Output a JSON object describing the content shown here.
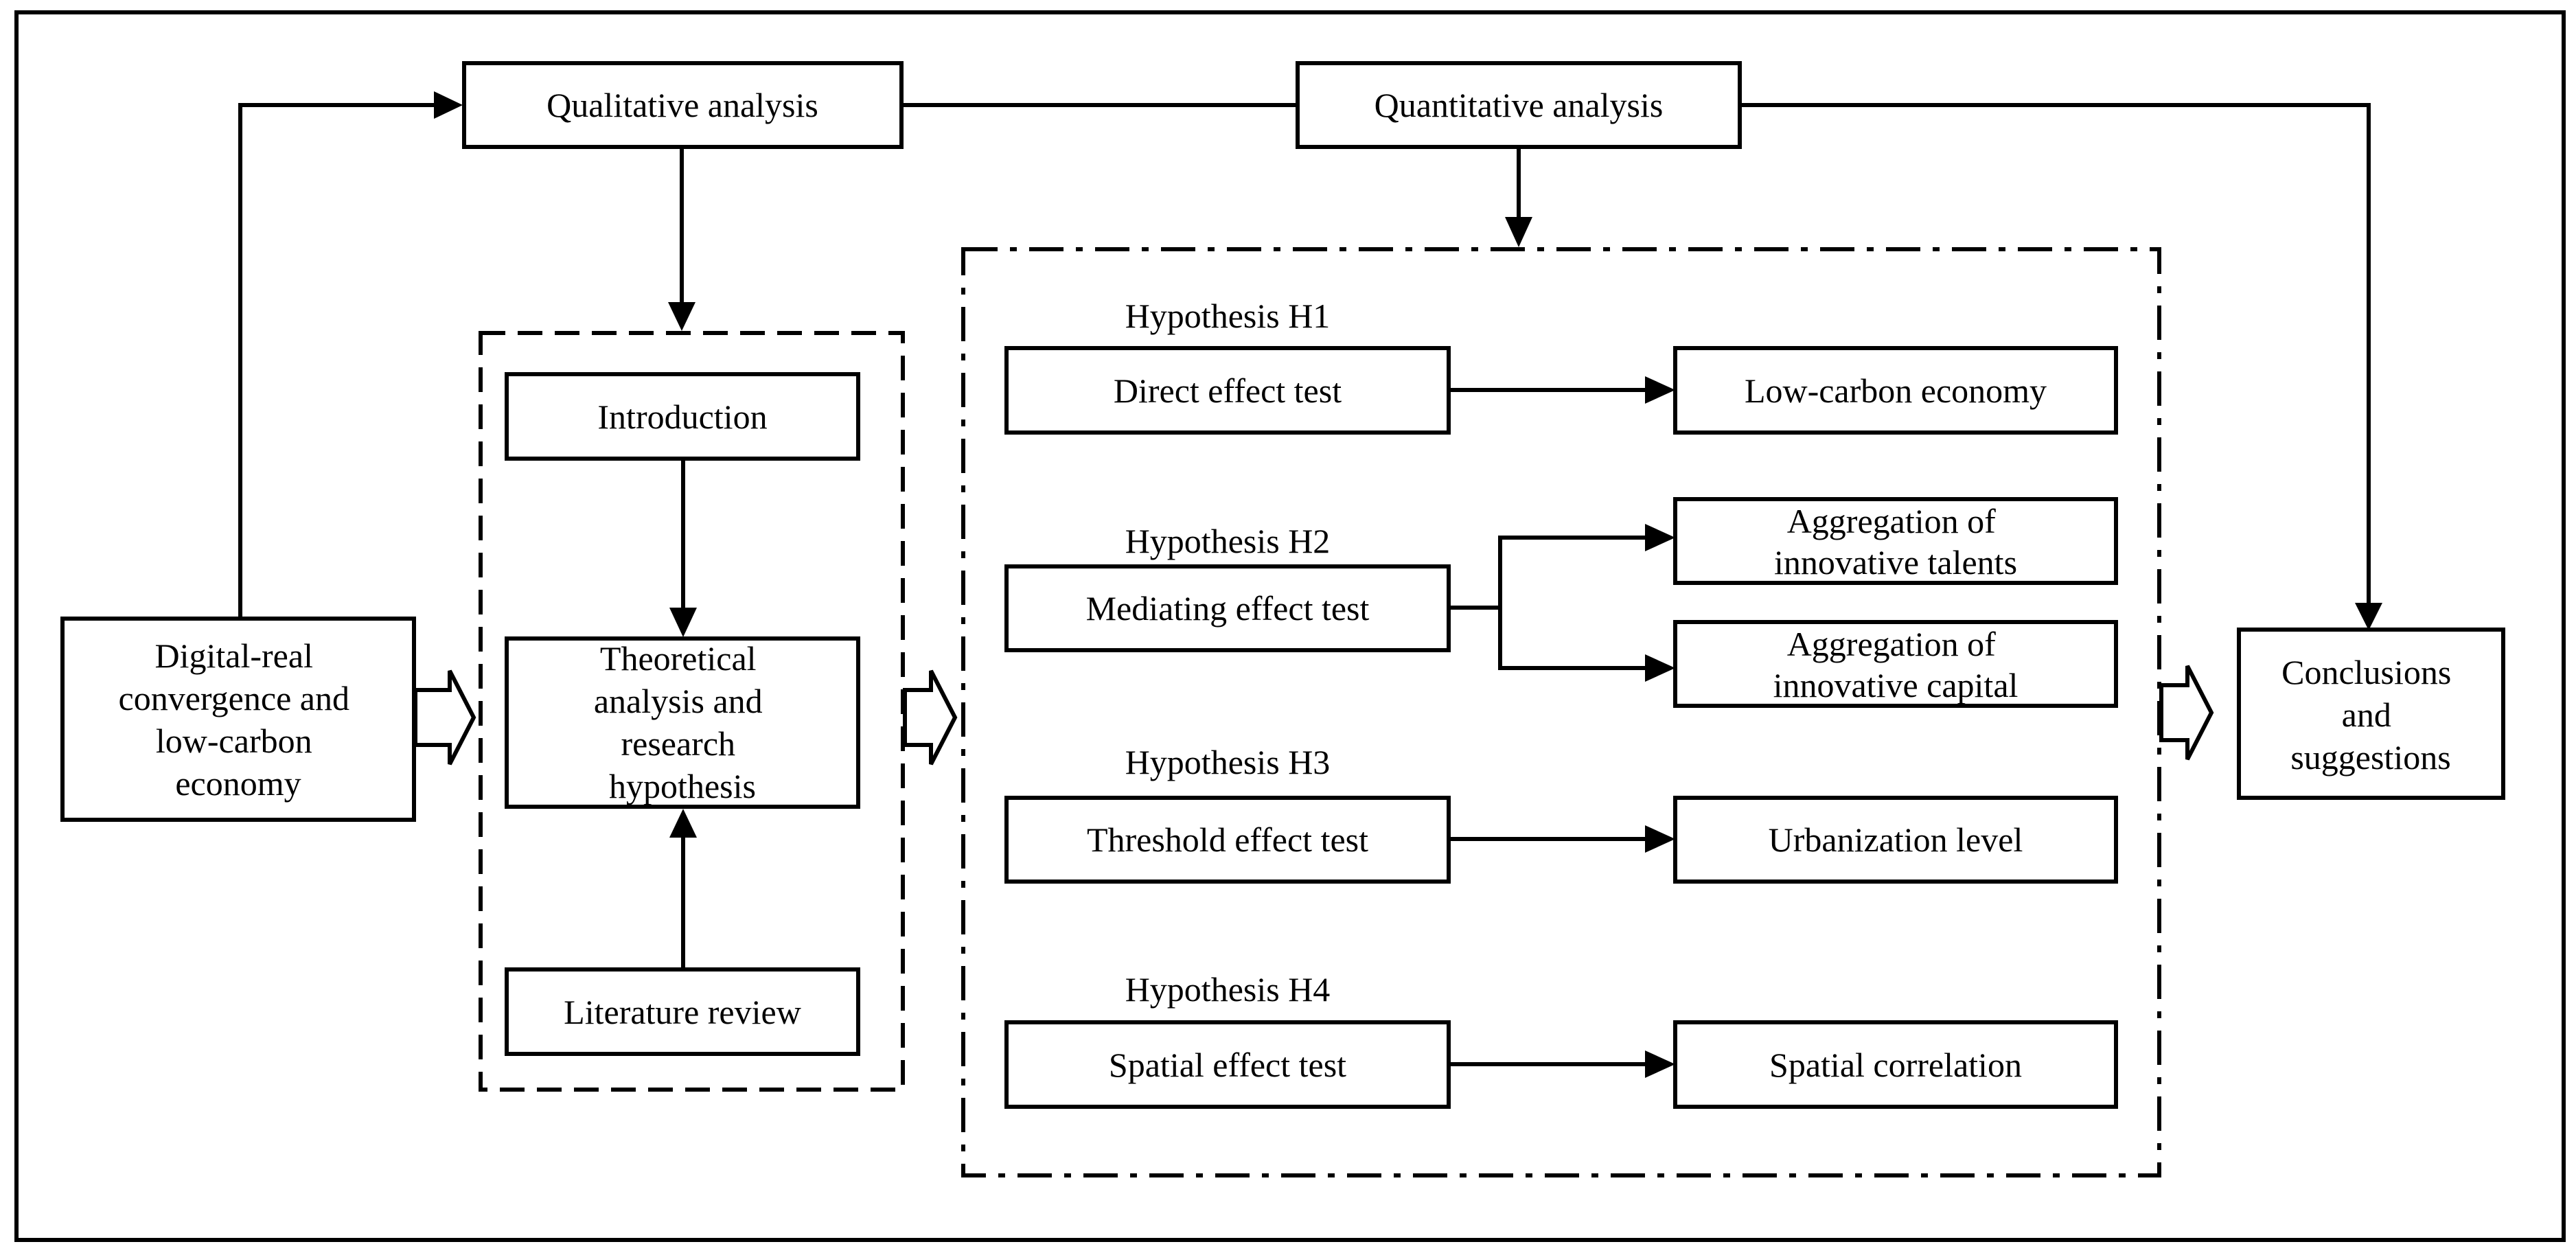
{
  "nodes": {
    "qualitative": "Qualitative analysis",
    "quantitative": "Quantitative analysis",
    "digital_real": [
      "Digital-real",
      "convergence and",
      "low-carbon",
      "economy"
    ],
    "introduction": "Introduction",
    "theoretical": [
      "Theoretical",
      "analysis and",
      "research",
      "hypothesis"
    ],
    "literature": "Literature review",
    "conclusions": [
      "Conclusions",
      "and",
      "suggestions"
    ]
  },
  "hypotheses": [
    {
      "label": "Hypothesis H1",
      "test": "Direct effect test",
      "targets": [
        [
          "Low-carbon economy"
        ]
      ]
    },
    {
      "label": "Hypothesis H2",
      "test": "Mediating effect test",
      "targets": [
        [
          "Aggregation of",
          "innovative talents"
        ],
        [
          "Aggregation of",
          "innovative capital"
        ]
      ]
    },
    {
      "label": "Hypothesis H3",
      "test": "Threshold effect test",
      "targets": [
        [
          "Urbanization level"
        ]
      ]
    },
    {
      "label": "Hypothesis H4",
      "test": "Spatial effect test",
      "targets": [
        [
          "Spatial correlation"
        ]
      ]
    }
  ]
}
